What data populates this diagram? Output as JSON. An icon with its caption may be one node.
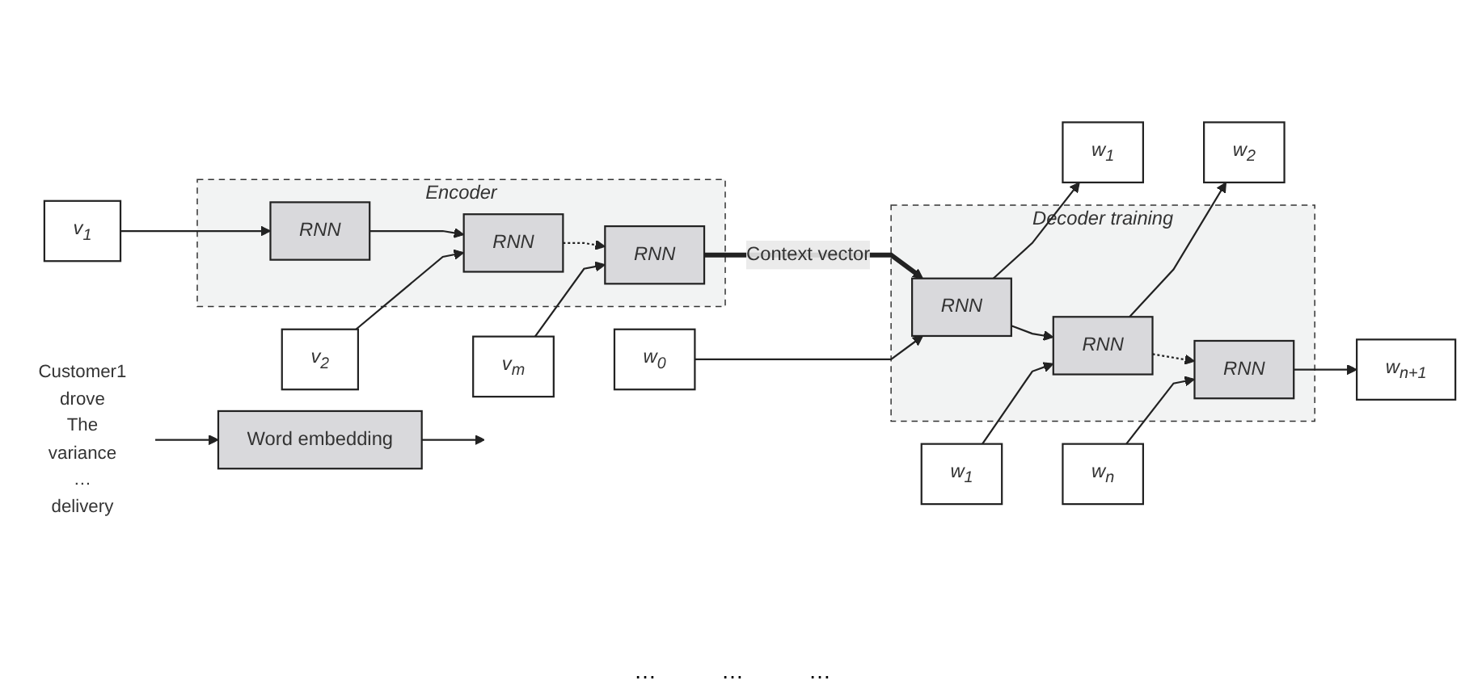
{
  "diagram": {
    "nodes": [
      {
        "text": [
          "Encoder"
        ]
      },
      {
        "text": [
          "RNN"
        ],
        "in": 0
      },
      {
        "text": [
          "RNN"
        ],
        "in": 0
      },
      {
        "text": [
          "RNN"
        ],
        "in": 0
      },
      {
        "text": [
          "v$_{1}$"
        ]
      },
      {
        "text": [
          "v$_{2}$"
        ]
      },
      {
        "text": [
          "v$_{m}$"
        ]
      },
      {
        "text": [
          "Decoder training"
        ]
      },
      {
        "text": [
          "RNN"
        ],
        "in": 7
      },
      {
        "text": [
          "RNN"
        ],
        "in": 7
      },
      {
        "text": [
          "RNN"
        ],
        "in": 7
      },
      {
        "text": [
          "w$_{1}$"
        ]
      },
      {
        "text": [
          "w$_{2}$"
        ]
      },
      {
        "text": [
          "w$_{n+1}$"
        ]
      },
      {
        "text": [
          "w$_{0}$"
        ]
      },
      {
        "text": [
          "w$_{1}$"
        ]
      },
      {
        "text": [
          "w$_{n}$"
        ]
      },
      {
        "text": [
          "Customer1",
          "drove",
          "The",
          "variance",
          "…",
          "delivery"
        ]
      },
      {
        "text": [
          "Word embedding"
        ]
      }
    ],
    "edges": [
      {
        "from": 1,
        "to": 2,
        "arrow": "to"
      },
      {
        "from": 2,
        "to": 3,
        "arrow": "to",
        "style": "dashed"
      },
      {
        "from": 4,
        "to": 1,
        "arrow": "to"
      },
      {
        "from": 5,
        "to": 2,
        "arrow": "to"
      },
      {
        "from": 6,
        "to": 3,
        "arrow": "to"
      },
      {
        "from": 3,
        "to": 8,
        "arrow": "to",
        "label": "Context vector",
        "style": "thick"
      },
      {
        "from": 8,
        "to": 9,
        "arrow": "to"
      },
      {
        "from": 9,
        "to": 10,
        "arrow": "to",
        "style": "dashed"
      },
      {
        "from": 8,
        "to": 11,
        "arrow": "to"
      },
      {
        "from": 9,
        "to": 12,
        "arrow": "to"
      },
      {
        "from": 10,
        "to": 13,
        "arrow": "to"
      },
      {
        "from": 14,
        "to": 8,
        "arrow": "to"
      },
      {
        "from": 15,
        "to": 9,
        "arrow": "to"
      },
      {
        "from": 16,
        "to": 10,
        "arrow": "to"
      },
      {
        "from": 17,
        "to": 18,
        "arrow": "to"
      },
      {
        "from": 18,
        "to": null,
        "arrow": "to"
      }
    ],
    "labels": [
      "…",
      "…",
      "…"
    ]
  }
}
